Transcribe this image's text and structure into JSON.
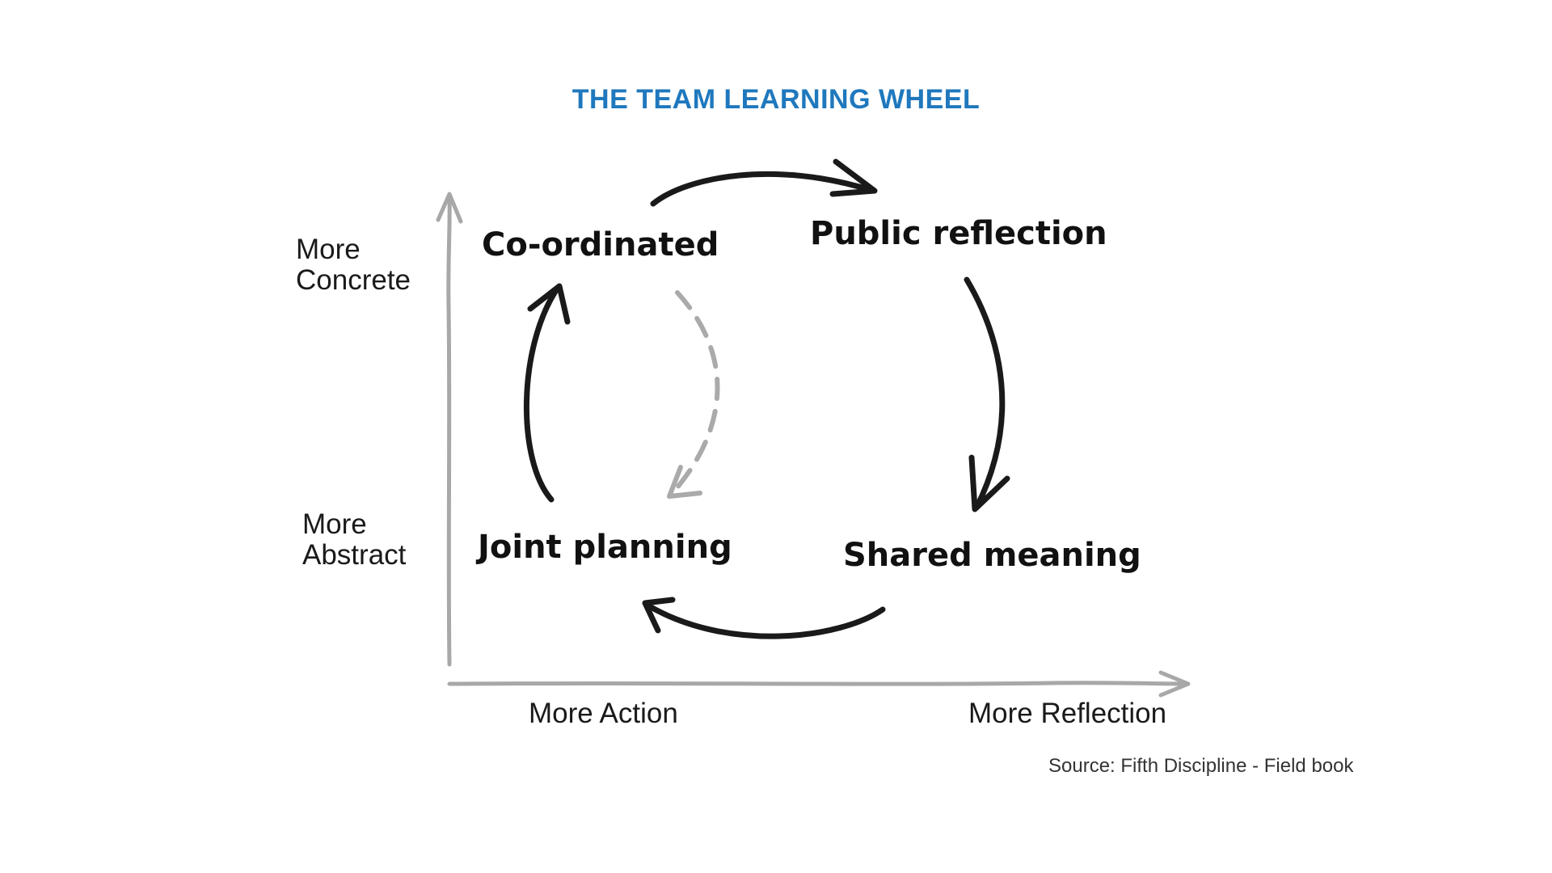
{
  "title": "THE TEAM LEARNING WHEEL",
  "colors": {
    "title": "#1f78bd",
    "cycle_arrows": "#1a1a1a",
    "axes": "#a8a8a8",
    "dashed_arrow": "#aaaaaa"
  },
  "nodes": {
    "coordinated": "Co-ordinated",
    "public_reflection": "Public reflection",
    "shared_meaning": "Shared meaning",
    "joint_planning": "Joint planning"
  },
  "axes": {
    "y_top": [
      "More",
      "Concrete"
    ],
    "y_bottom": [
      "More",
      "Abstract"
    ],
    "x_left": "More Action",
    "x_right": "More Reflection"
  },
  "source": "Source: Fifth Discipline - Field book"
}
